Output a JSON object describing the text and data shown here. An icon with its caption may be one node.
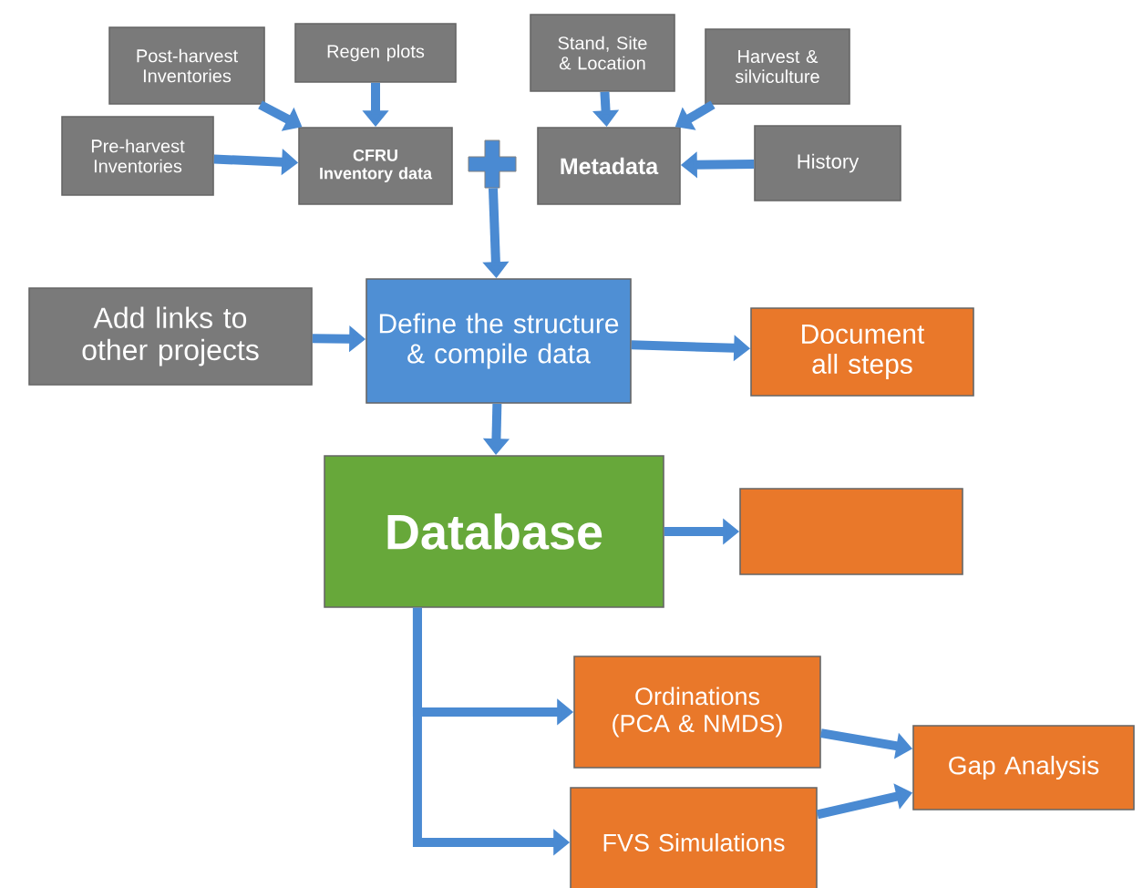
{
  "diagram": {
    "nodes": [
      {
        "text": [
          "Post-harvest Inventories"
        ]
      },
      {
        "text": [
          "Regen plots"
        ]
      },
      {
        "text": [
          "Pre-harvest Inventories"
        ]
      },
      {
        "text": [
          "CFRU Inventory data"
        ]
      },
      {
        "text": [
          "Stand, Site & Location"
        ]
      },
      {
        "text": [
          "Harvest & silviculture"
        ]
      },
      {
        "text": [
          "Metadata"
        ]
      },
      {
        "text": [
          "History"
        ]
      },
      {
        "text": [],
        "shape": "cross"
      },
      {
        "text": [
          "Add links to other projects"
        ]
      },
      {
        "text": [
          "Define the structure & compile data"
        ]
      },
      {
        "text": [
          "Document all steps"
        ]
      },
      {
        "text": [
          "Database"
        ]
      },
      {
        "text": [],
        "shape": "box"
      },
      {
        "text": [
          "Ordinations (PCA & NMDS)"
        ]
      },
      {
        "text": [
          "FVS Simulations"
        ]
      },
      {
        "text": [
          "Gap Analysis"
        ]
      }
    ],
    "edges": [
      {
        "from": 0,
        "to": 3,
        "arrow": "to"
      },
      {
        "from": 1,
        "to": 3,
        "arrow": "to"
      },
      {
        "from": 2,
        "to": 3,
        "arrow": "to"
      },
      {
        "from": 4,
        "to": 6,
        "arrow": "to"
      },
      {
        "from": 5,
        "to": 6,
        "arrow": "to"
      },
      {
        "from": 7,
        "to": 6,
        "arrow": "to"
      },
      {
        "from": 8,
        "to": 10,
        "arrow": "to"
      },
      {
        "from": 9,
        "to": 10,
        "arrow": "to"
      },
      {
        "from": 10,
        "to": 11,
        "arrow": "to"
      },
      {
        "from": 10,
        "to": 12,
        "arrow": "to"
      },
      {
        "from": 12,
        "to": 13,
        "arrow": "to"
      },
      {
        "from": 12,
        "to": 14,
        "arrow": "to"
      },
      {
        "from": 12,
        "to": 15,
        "arrow": "to"
      },
      {
        "from": 14,
        "to": 16,
        "arrow": "to"
      },
      {
        "from": 15,
        "to": 16,
        "arrow": "to"
      }
    ]
  }
}
